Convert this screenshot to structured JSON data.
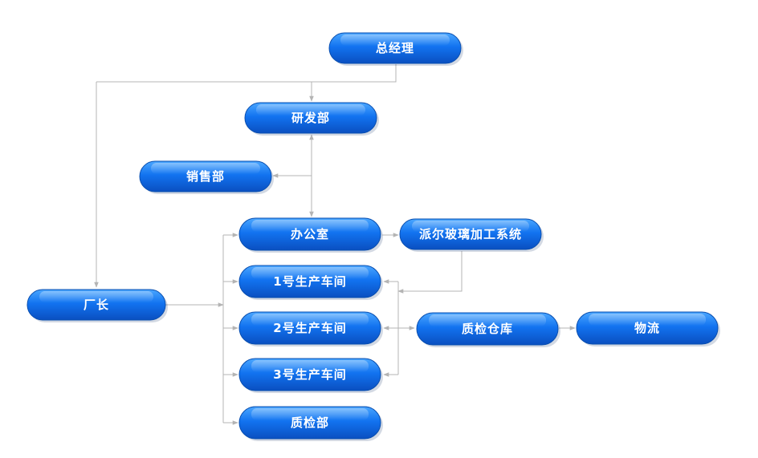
{
  "colors": {
    "node_top": "#4aa6ff",
    "node_mid": "#1273f0",
    "node_bottom": "#0a4fc0",
    "connector": "#b4b4b4",
    "label": "#ffffff"
  },
  "nodes": {
    "general_manager": "总经理",
    "rnd": "研发部",
    "sales": "销售部",
    "office": "办公室",
    "glass_system": "派尔玻璃加工系统",
    "factory_director": "厂长",
    "workshop_1": "1号生产车间",
    "workshop_2": "2号生产车间",
    "workshop_3": "3号生产车间",
    "qc_dept": "质检部",
    "qc_warehouse": "质检仓库",
    "logistics": "物流"
  }
}
